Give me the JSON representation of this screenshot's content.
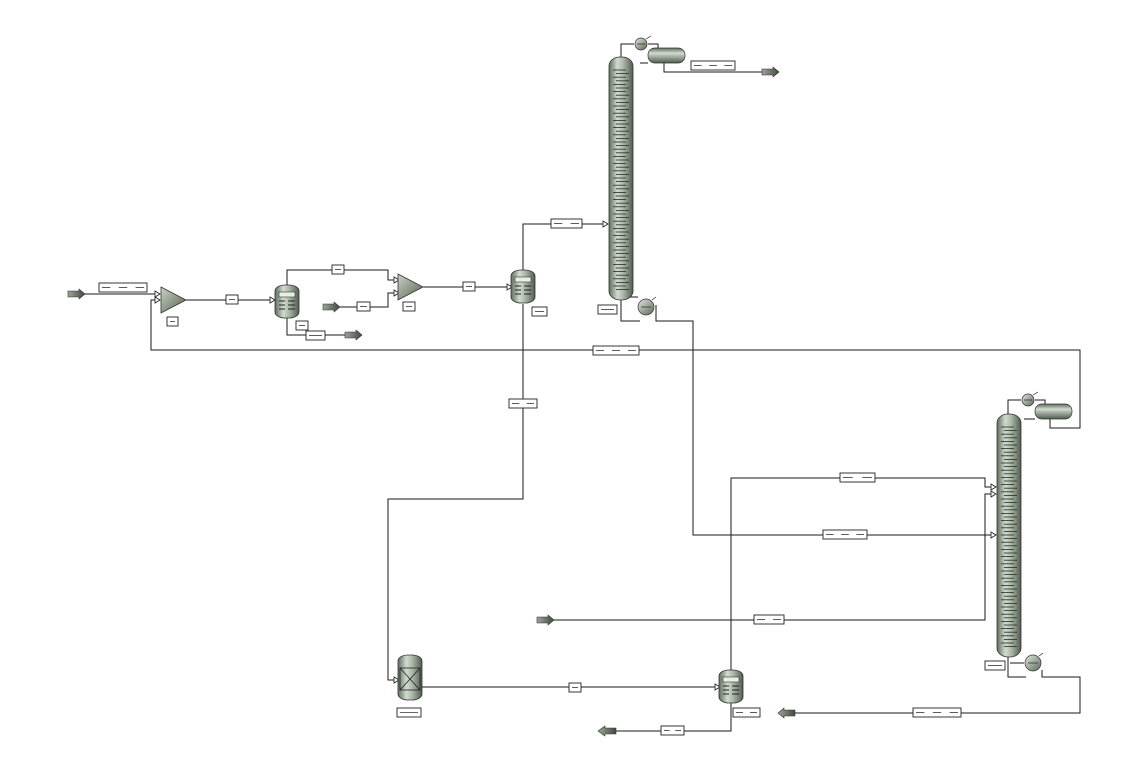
{
  "diagram": {
    "type": "process-flowsheet",
    "colors": {
      "line": "#1a1a1a",
      "equipment_dark": "#6f7d6d",
      "equipment_light": "#c9d3c6",
      "label_box": "#ffffff"
    },
    "equipment": [
      {
        "id": "mixer-1",
        "kind": "mixer-triangle-icon"
      },
      {
        "id": "reactor-1",
        "kind": "vessel-icon"
      },
      {
        "id": "mixer-2",
        "kind": "mixer-triangle-icon"
      },
      {
        "id": "flash-1",
        "kind": "vessel-icon"
      },
      {
        "id": "column-1",
        "kind": "distillation-column-icon"
      },
      {
        "id": "column-2",
        "kind": "distillation-column-icon"
      },
      {
        "id": "reactor-2",
        "kind": "packed-bed-reactor-icon"
      },
      {
        "id": "flash-2",
        "kind": "vessel-icon"
      }
    ],
    "feeds": [
      {
        "id": "feed-1",
        "kind": "feed-arrow-icon"
      },
      {
        "id": "feed-2",
        "kind": "feed-arrow-icon"
      },
      {
        "id": "feed-3",
        "kind": "feed-arrow-icon"
      },
      {
        "id": "feed-4",
        "kind": "feed-arrow-icon"
      }
    ],
    "products": [
      {
        "id": "product-1",
        "kind": "product-arrow-icon"
      },
      {
        "id": "product-2",
        "kind": "product-arrow-icon"
      },
      {
        "id": "product-3",
        "kind": "product-arrow-icon"
      }
    ]
  }
}
